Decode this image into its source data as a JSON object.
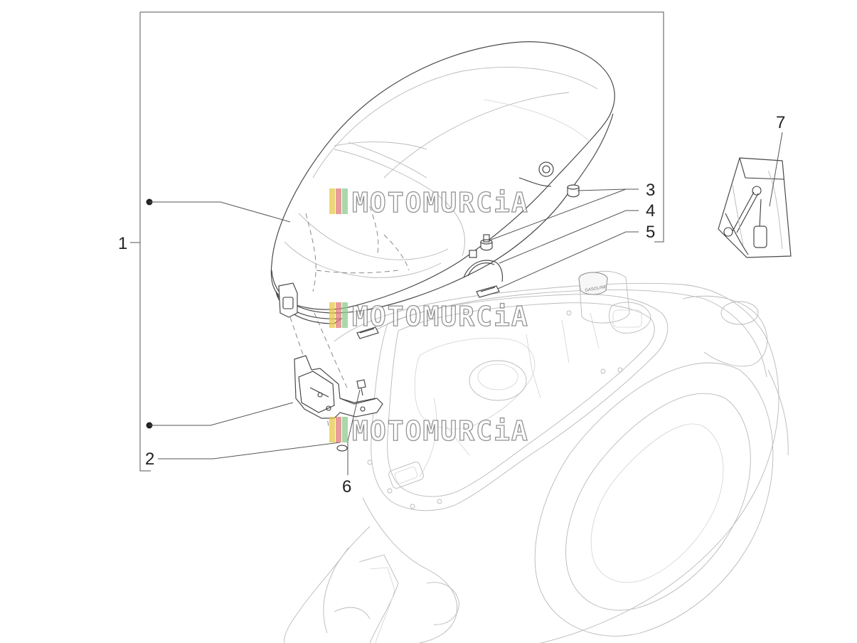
{
  "diagram": {
    "callouts": [
      {
        "id": "1",
        "label": "1"
      },
      {
        "id": "2",
        "label": "2"
      },
      {
        "id": "3",
        "label": "3"
      },
      {
        "id": "4",
        "label": "4"
      },
      {
        "id": "5",
        "label": "5"
      },
      {
        "id": "6",
        "label": "6"
      },
      {
        "id": "7",
        "label": "7"
      }
    ],
    "watermark": {
      "text": "MOTOMURCiA",
      "colors": [
        "#e6c84a",
        "#e07a7a",
        "#8fc98f"
      ]
    },
    "fuel_cap_text": "GASOLINE",
    "colors": {
      "line": "#3a3a3a",
      "ghost_line": "#b9b9b9",
      "background": "#ffffff"
    }
  }
}
